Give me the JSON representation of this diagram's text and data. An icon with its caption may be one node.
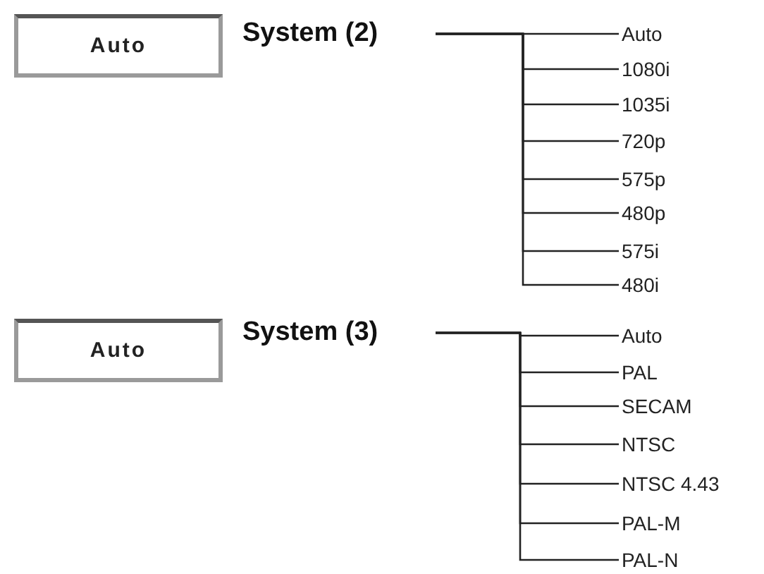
{
  "diagram": {
    "nodes": [
      {
        "text": [
          "Auto"
        ]
      },
      {
        "text": [
          "System (2)"
        ]
      },
      {
        "text": [
          "Auto"
        ]
      },
      {
        "text": [
          "1080i"
        ]
      },
      {
        "text": [
          "1035i"
        ]
      },
      {
        "text": [
          "720p"
        ]
      },
      {
        "text": [
          "575p"
        ]
      },
      {
        "text": [
          "480p"
        ]
      },
      {
        "text": [
          "575i"
        ]
      },
      {
        "text": [
          "480i"
        ]
      },
      {
        "text": [
          "Auto"
        ]
      },
      {
        "text": [
          "System (3)"
        ]
      },
      {
        "text": [
          "Auto"
        ]
      },
      {
        "text": [
          "PAL"
        ]
      },
      {
        "text": [
          "SECAM"
        ]
      },
      {
        "text": [
          "NTSC"
        ]
      },
      {
        "text": [
          "NTSC 4.43"
        ]
      },
      {
        "text": [
          "PAL-M"
        ]
      },
      {
        "text": [
          "PAL-N"
        ]
      }
    ],
    "edges": [
      {
        "from": 1,
        "to": 2,
        "arrow": "none"
      },
      {
        "from": 1,
        "to": 3,
        "arrow": "none"
      },
      {
        "from": 1,
        "to": 4,
        "arrow": "none"
      },
      {
        "from": 1,
        "to": 5,
        "arrow": "none"
      },
      {
        "from": 1,
        "to": 6,
        "arrow": "none"
      },
      {
        "from": 1,
        "to": 7,
        "arrow": "none"
      },
      {
        "from": 1,
        "to": 8,
        "arrow": "none"
      },
      {
        "from": 1,
        "to": 9,
        "arrow": "none"
      },
      {
        "from": 11,
        "to": 12,
        "arrow": "none"
      },
      {
        "from": 11,
        "to": 13,
        "arrow": "none"
      },
      {
        "from": 11,
        "to": 14,
        "arrow": "none"
      },
      {
        "from": 11,
        "to": 15,
        "arrow": "none"
      },
      {
        "from": 11,
        "to": 16,
        "arrow": "none"
      },
      {
        "from": 11,
        "to": 17,
        "arrow": "none"
      },
      {
        "from": 11,
        "to": 18,
        "arrow": "none"
      }
    ]
  }
}
